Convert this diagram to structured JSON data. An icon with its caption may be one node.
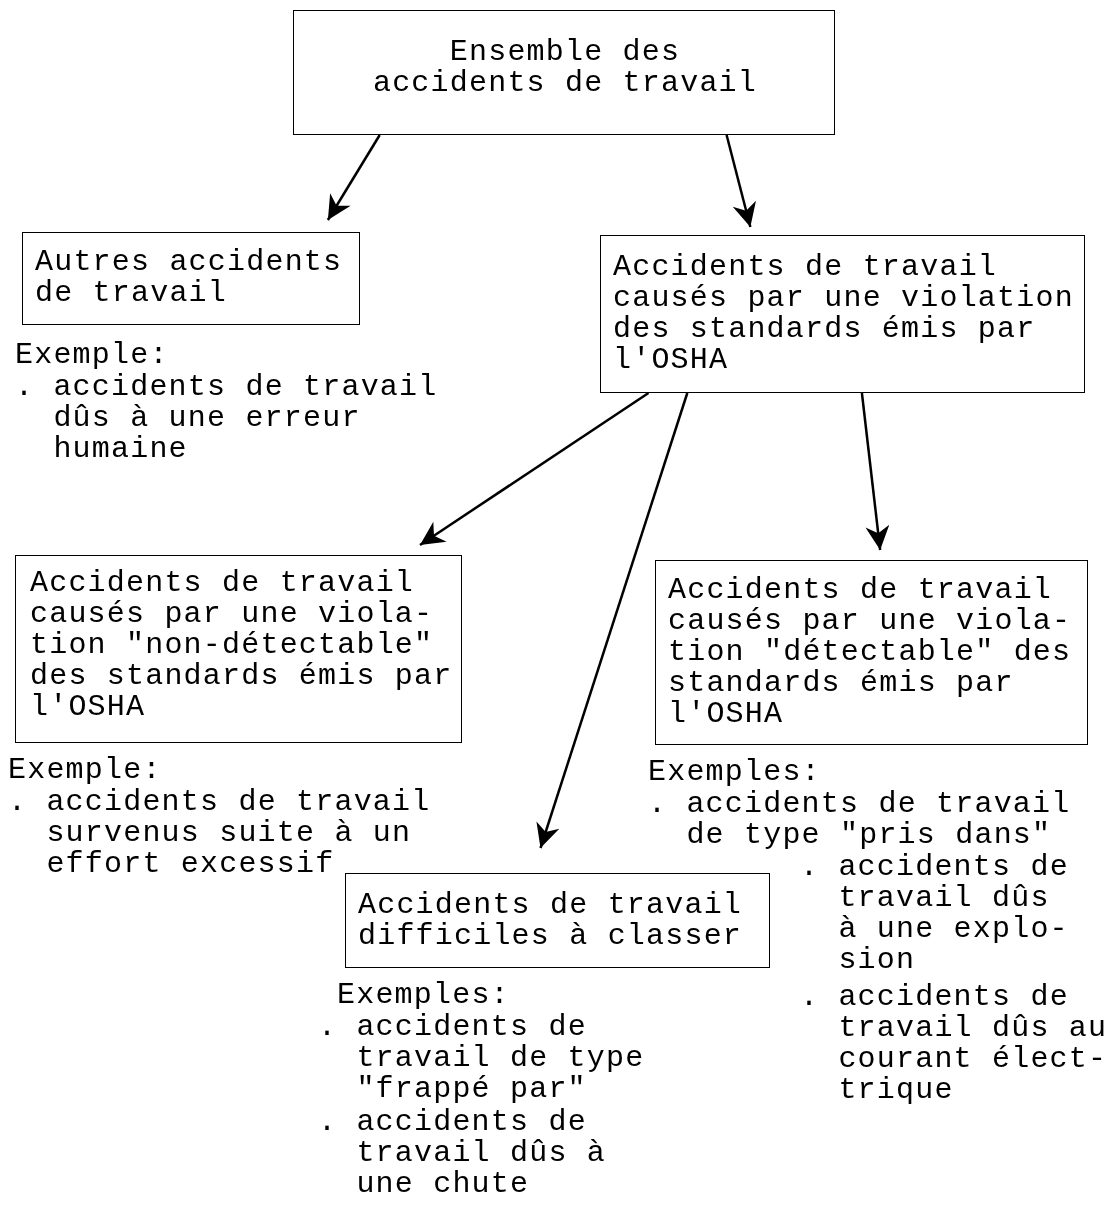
{
  "diagram": {
    "nodes": [
      {
        "text": [
          "Ensemble des accidents de travail"
        ]
      },
      {
        "text": [
          "Autres accidents de travail"
        ],
        "beside": [
          "Exemple:",
          ". accidents de travail dûs à une erreur humaine"
        ]
      },
      {
        "text": [
          "Accidents de travail causés par une violation des standards émis par l'OSHA"
        ]
      },
      {
        "text": [
          "Accidents de travail causés par une viola- tion \"non-détectable\" des standards émis par l'OSHA"
        ],
        "beside": [
          "Exemple:",
          ". accidents de travail survenus suite à un effort excessif"
        ]
      },
      {
        "text": [
          "Accidents de travail causés par une viola- tion \"détectable\" des standards émis par l'OSHA"
        ],
        "beside": [
          "Exemples:",
          ". accidents de travail de type \"pris dans\"",
          ". accidents de travail dûs à une explo- sion",
          ". accidents de travail dûs au courant élect- trique"
        ]
      },
      {
        "text": [
          "Accidents de travail difficiles à classer"
        ],
        "beside": [
          "Exemples:",
          ". accidents de travail de type \"frappé par\"",
          ". accidents de travail dûs à une chute"
        ]
      }
    ],
    "edges": [
      {
        "from": 0,
        "to": 1,
        "arrow": "to"
      },
      {
        "from": 0,
        "to": 2,
        "arrow": "to"
      },
      {
        "from": 2,
        "to": 3,
        "arrow": "to"
      },
      {
        "from": 2,
        "to": 5,
        "arrow": "to"
      },
      {
        "from": 2,
        "to": 4,
        "arrow": "to"
      }
    ]
  }
}
